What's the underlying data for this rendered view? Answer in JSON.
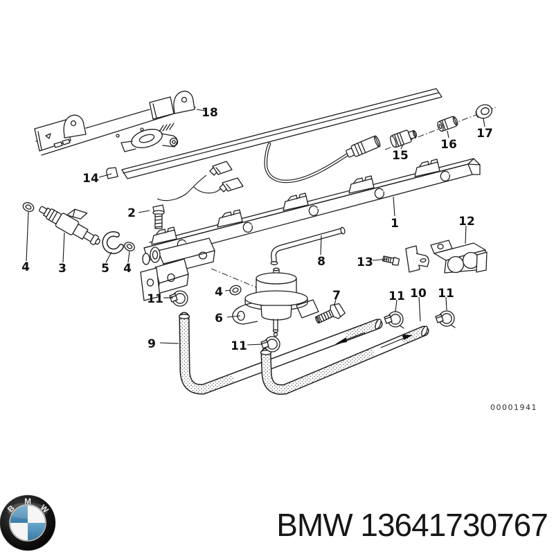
{
  "diagram": {
    "drawing_number": "00001941",
    "callouts": [
      {
        "text": "18"
      },
      {
        "text": "14"
      },
      {
        "text": "2"
      },
      {
        "text": "4"
      },
      {
        "text": "3"
      },
      {
        "text": "5"
      },
      {
        "text": "4"
      },
      {
        "text": "15"
      },
      {
        "text": "16"
      },
      {
        "text": "17"
      },
      {
        "text": "1"
      },
      {
        "text": "12"
      },
      {
        "text": "13"
      },
      {
        "text": "8"
      },
      {
        "text": "11"
      },
      {
        "text": "4"
      },
      {
        "text": "6"
      },
      {
        "text": "7"
      },
      {
        "text": "9"
      },
      {
        "text": "11"
      },
      {
        "text": "11"
      },
      {
        "text": "10"
      },
      {
        "text": "11"
      }
    ]
  },
  "footer": {
    "part_text": "BMW 13641730767",
    "logo_letters": {
      "b": "B",
      "m": "M",
      "w": "W"
    }
  },
  "colors": {
    "line": "#1c1c1c",
    "label": "#111111",
    "logo_blue": "#4e92be",
    "logo_ring": "#111111",
    "part_text": "#161616"
  }
}
